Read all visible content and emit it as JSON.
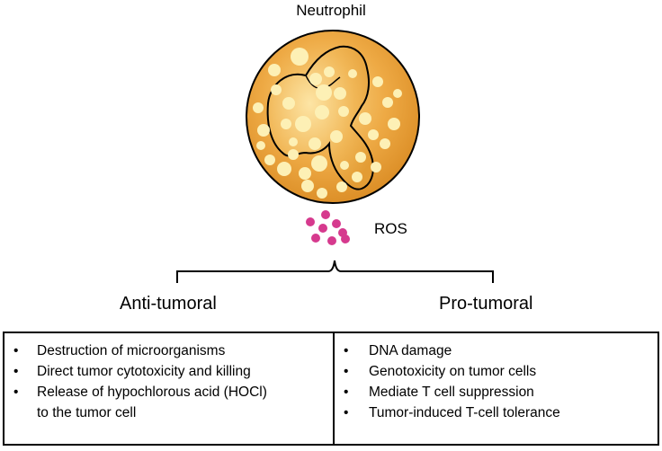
{
  "title": "Neutrophil",
  "ros_label": "ROS",
  "anti": {
    "heading": "Anti-tumoral",
    "items": [
      "Destruction of microorganisms",
      "Direct tumor cytotoxicity and killing",
      "Release of hypochlorous acid (HOCl)",
      "to the tumor cell"
    ]
  },
  "pro": {
    "heading": "Pro-tumoral",
    "items": [
      "DNA damage",
      "Genotoxicity on tumor cells",
      "Mediate T cell suppression",
      "Tumor-induced T-cell tolerance"
    ]
  },
  "colors": {
    "cell_fill": "#e8a33c",
    "cell_light": "#fbe6a8",
    "granule": "#fdf0b5",
    "nucleus": "#f0b454",
    "ros": "#d63a8e"
  }
}
